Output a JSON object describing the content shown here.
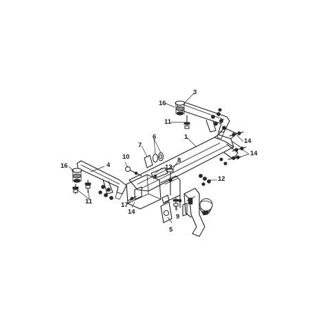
{
  "diagram": {
    "callouts": [
      {
        "id": "c1",
        "text": "1"
      },
      {
        "id": "c3",
        "text": "3"
      },
      {
        "id": "c4",
        "text": "4"
      },
      {
        "id": "c5",
        "text": "5"
      },
      {
        "id": "c6",
        "text": "6"
      },
      {
        "id": "c7",
        "text": "7"
      },
      {
        "id": "c8",
        "text": "8"
      },
      {
        "id": "c9",
        "text": "9"
      },
      {
        "id": "c10",
        "text": "10"
      },
      {
        "id": "c11a",
        "text": "11"
      },
      {
        "id": "c11b",
        "text": "11"
      },
      {
        "id": "c12",
        "text": "12"
      },
      {
        "id": "c13",
        "text": "13"
      },
      {
        "id": "c14a",
        "text": "14"
      },
      {
        "id": "c14b",
        "text": "14"
      },
      {
        "id": "c14c",
        "text": "14"
      },
      {
        "id": "c16a",
        "text": "16"
      },
      {
        "id": "c16b",
        "text": "16"
      },
      {
        "id": "c17",
        "text": "17"
      }
    ]
  }
}
